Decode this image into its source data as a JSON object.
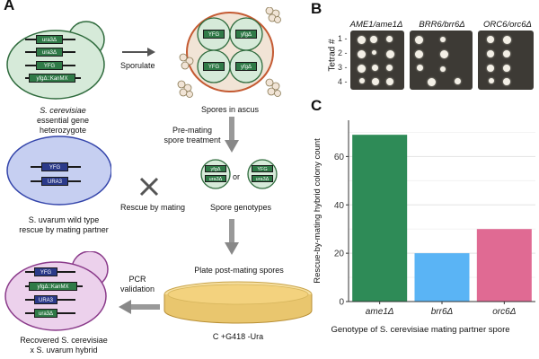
{
  "panels": {
    "a": "A",
    "b": "B",
    "c": "C"
  },
  "cerevisiae_cell": {
    "genes": [
      "ura3Δ",
      "ura3Δ",
      "YFG",
      "yfgΔ::KanMX"
    ],
    "caption_line1": "S. cerevisiae",
    "caption_line2": "essential gene",
    "caption_line3": "heterozygote"
  },
  "step_sporulate": "Sporulate",
  "spores_label": "Spores in ascus",
  "ascus_genes": [
    "YFG",
    "yfgΔ",
    "YFG",
    "yfgΔ"
  ],
  "premating_line1": "Pre-mating",
  "premating_line2": "spore treatment",
  "spore_genotypes": {
    "left_genes": [
      "yfgΔ",
      "ura3Δ"
    ],
    "right_genes": [
      "YFG",
      "ura3Δ"
    ],
    "or_text": "or",
    "label": "Spore genotypes"
  },
  "uvarum_cell": {
    "genes": [
      "YFG",
      "URA3"
    ],
    "caption_line1": "S. uvarum wild type",
    "caption_line2": "rescue by mating partner"
  },
  "rescue_label": "Rescue by mating",
  "plate_label": "Plate post-mating spores",
  "media_label": "C +G418 -Ura",
  "pcr_line1": "PCR",
  "pcr_line2": "validation",
  "hybrid_cell": {
    "genes": [
      "YFG",
      "yfgΔ::KanMX",
      "URA3",
      "ura3Δ"
    ],
    "caption_line1": "Recovered S. cerevisiae",
    "caption_line2": "x S. uvarum hybrid"
  },
  "panel_b": {
    "y_axis_label": "Tetrad #",
    "tetrad_numbers": [
      "1 -",
      "2 -",
      "3 -",
      "4 -"
    ],
    "plates": [
      {
        "title": "AME1/ame1Δ"
      },
      {
        "title": "BRR6/brr6Δ"
      },
      {
        "title": "ORC6/orc6Δ"
      }
    ]
  },
  "chart_data": {
    "type": "bar",
    "categories": [
      "ame1Δ",
      "brr6Δ",
      "orc6Δ"
    ],
    "values": [
      69,
      20,
      30
    ],
    "colors": [
      "#2e8b57",
      "#5ab4f5",
      "#e06a93"
    ],
    "ylabel": "Rescue-by-mating hybrid colony count",
    "xlabel": "Genotype of S. cerevisiae mating partner spore",
    "ylim": [
      0,
      75
    ],
    "yticks": [
      0,
      20,
      40,
      60
    ],
    "grid": true
  }
}
